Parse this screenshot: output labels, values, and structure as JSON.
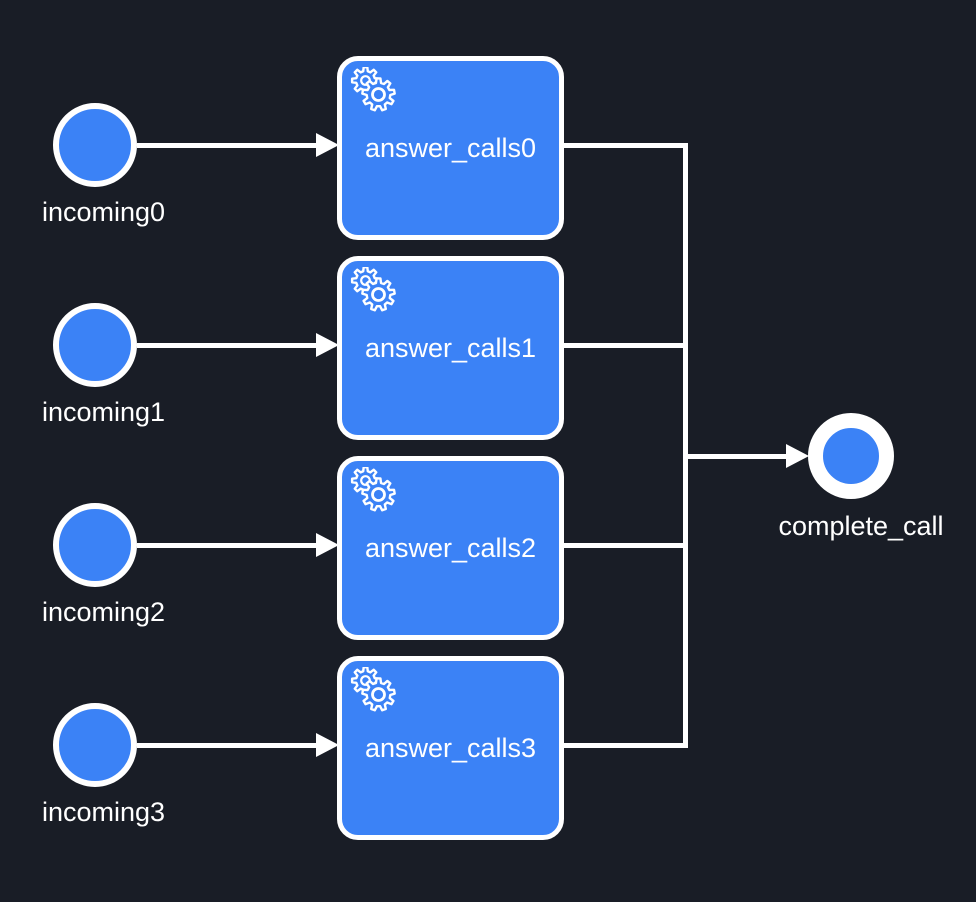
{
  "colors": {
    "background": "#191d26",
    "node_fill": "#3b82f6",
    "stroke": "#ffffff"
  },
  "icons": {
    "task_type": "service-gears-icon",
    "edge_head": "arrowhead-right"
  },
  "rows": [
    {
      "start_label": "incoming0",
      "task_label": "answer_calls0"
    },
    {
      "start_label": "incoming1",
      "task_label": "answer_calls1"
    },
    {
      "start_label": "incoming2",
      "task_label": "answer_calls2"
    },
    {
      "start_label": "incoming3",
      "task_label": "answer_calls3"
    }
  ],
  "end": {
    "label": "complete_call"
  },
  "flows": [
    {
      "from": "incoming0",
      "to": "answer_calls0"
    },
    {
      "from": "incoming1",
      "to": "answer_calls1"
    },
    {
      "from": "incoming2",
      "to": "answer_calls2"
    },
    {
      "from": "incoming3",
      "to": "answer_calls3"
    },
    {
      "from": "answer_calls0",
      "to": "complete_call"
    },
    {
      "from": "answer_calls1",
      "to": "complete_call"
    },
    {
      "from": "answer_calls2",
      "to": "complete_call"
    },
    {
      "from": "answer_calls3",
      "to": "complete_call"
    }
  ]
}
